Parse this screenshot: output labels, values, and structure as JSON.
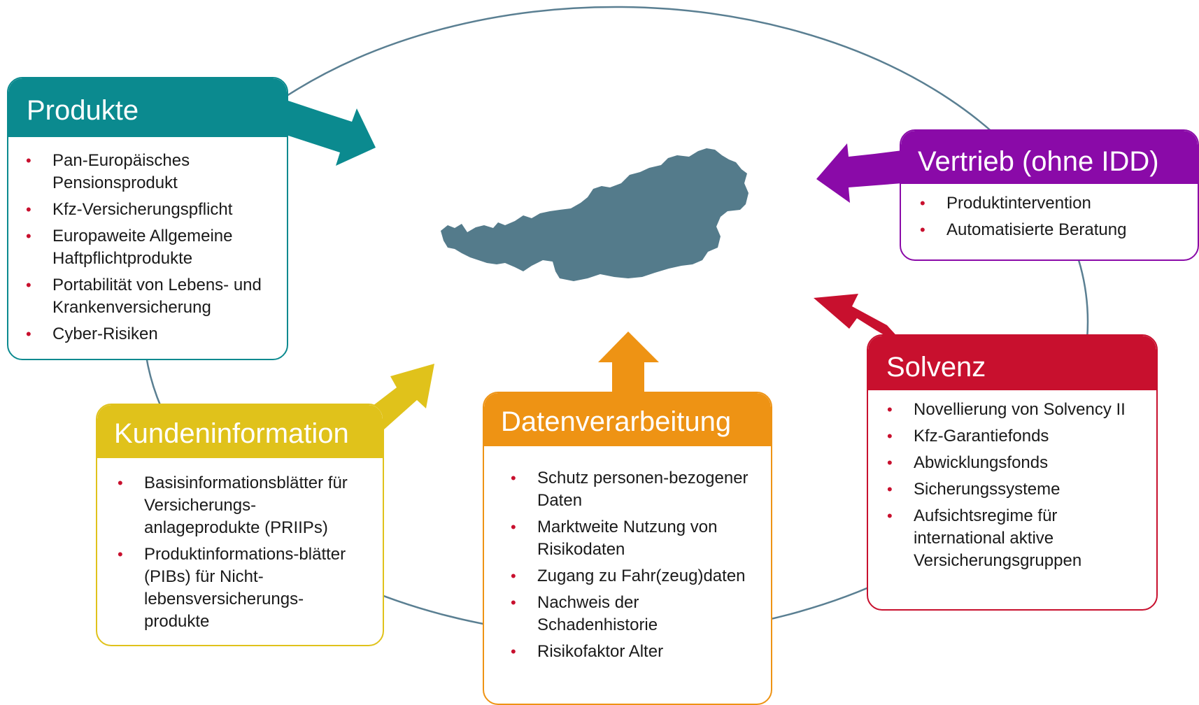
{
  "boxes": {
    "produkte": {
      "title": "Produkte",
      "color": "#0b8a8f",
      "items": [
        "Pan-Europäisches Pensionsprodukt",
        "Kfz-Versicherungspflicht",
        "Europaweite Allgemeine Haftpflichtprodukte",
        "Portabilität von Lebens- und Krankenversicherung",
        "Cyber-Risiken"
      ]
    },
    "vertrieb": {
      "title": "Vertrieb (ohne IDD)",
      "color": "#8a0aa8",
      "items": [
        "Produktintervention",
        "Automatisierte Beratung"
      ]
    },
    "kundeninformation": {
      "title": "Kundeninformation",
      "color": "#e0c21b",
      "items": [
        "Basisinformationsblätter für Versicherungs-anlageprodukte (PRIIPs)",
        "Produktinformations-blätter (PIBs) für Nicht-lebensversicherungs-produkte"
      ]
    },
    "datenverarbeitung": {
      "title": "Datenverarbeitung",
      "color": "#ee9314",
      "items": [
        "Schutz personen-bezogener Daten",
        "Marktweite Nutzung von Risikodaten",
        "Zugang zu Fahr(zeug)daten",
        "Nachweis der Schadenhistorie",
        "Risikofaktor Alter"
      ]
    },
    "solvenz": {
      "title": "Solvenz",
      "color": "#c8102e",
      "items": [
        "Novellierung von Solvency II",
        "Kfz-Garantiefonds",
        "Abwicklungsfonds",
        "Sicherungssysteme",
        "Aufsichtsregime für international aktive Versicherungsgruppen"
      ]
    }
  },
  "map": {
    "icon": "austria-map-silhouette",
    "color": "#547b8b"
  },
  "ring_color": "#5a7f92",
  "bullet_color": "#c8102e"
}
